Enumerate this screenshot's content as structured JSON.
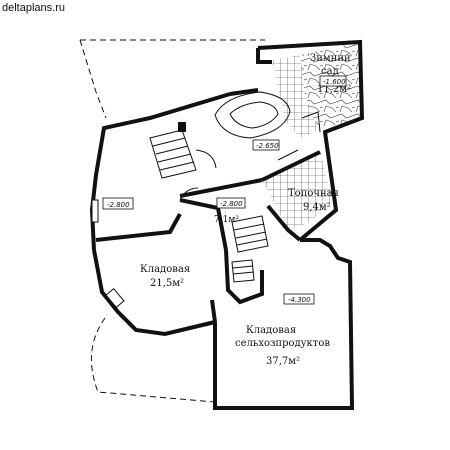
{
  "site": {
    "watermark": "deltaplans.ru"
  },
  "rooms": {
    "winter_garden": {
      "name_line1": "Зимний",
      "name_line2": "сад",
      "area": "11,2м²",
      "level": "-1.600"
    },
    "boiler": {
      "name": "Топочная",
      "area": "9,4м²"
    },
    "storage_small": {
      "name": "Кладовая",
      "area": "21,5м²"
    },
    "storage_produce": {
      "name_line1": "Кладовая",
      "name_line2": "сельхозпродуктов",
      "area": "37,7м²"
    },
    "small_room": {
      "area": "7,1м²",
      "level": "-2.800"
    }
  },
  "levels": {
    "left": "-2.800",
    "center": "-2.650",
    "lower": "-4.300"
  }
}
